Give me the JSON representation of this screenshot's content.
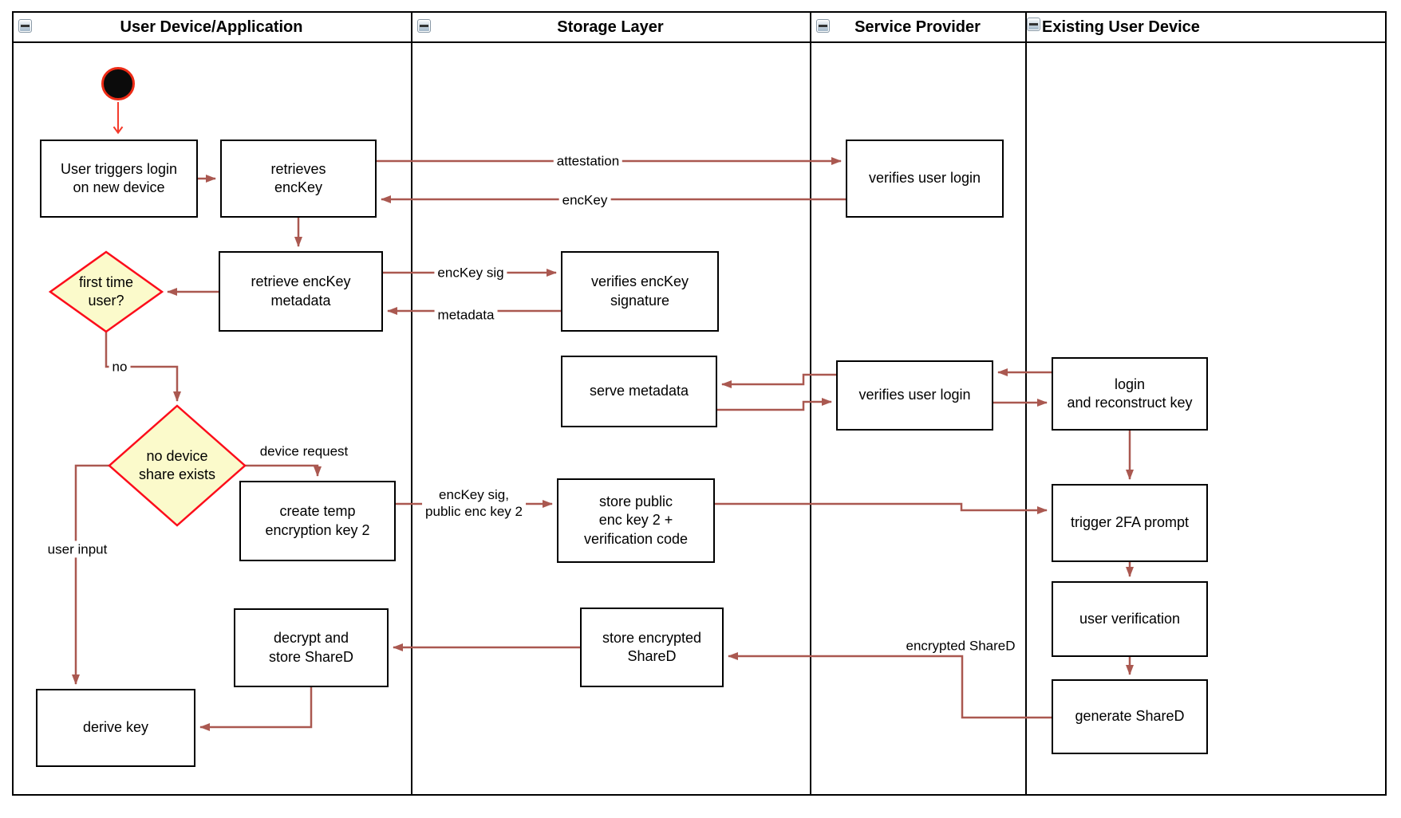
{
  "diagram": {
    "lanes": [
      {
        "id": "lane-user-device",
        "title": "User Device/Application"
      },
      {
        "id": "lane-storage",
        "title": "Storage Layer"
      },
      {
        "id": "lane-service-provider",
        "title": "Service Provider"
      },
      {
        "id": "lane-existing-device",
        "title": "Existing User Device"
      }
    ],
    "nodes": {
      "user_triggers": {
        "label": "User triggers login\non new device"
      },
      "retrieves_enckey": {
        "label": "retrieves\nencKey"
      },
      "verify_login_1": {
        "label": "verifies user login"
      },
      "retrieve_metadata": {
        "label": "retrieve encKey\nmetadata"
      },
      "first_time_user": {
        "label": "first time\nuser?"
      },
      "verifies_signature": {
        "label": "verifies encKey\nsignature"
      },
      "serve_metadata": {
        "label": "serve metadata"
      },
      "verify_login_2": {
        "label": "verifies user login"
      },
      "login_reconstruct": {
        "label": "login\nand reconstruct key"
      },
      "no_device_share": {
        "label": "no device\nshare exists"
      },
      "create_temp_key": {
        "label": "create temp\nencryption key 2"
      },
      "store_public": {
        "label": "store public\nenc key 2 +\nverification code"
      },
      "trigger_2fa": {
        "label": "trigger 2FA prompt"
      },
      "user_verification": {
        "label": "user verification"
      },
      "generate_shared": {
        "label": "generate ShareD"
      },
      "store_encrypted": {
        "label": "store encrypted\nShareD"
      },
      "decrypt_store": {
        "label": "decrypt and\nstore ShareD"
      },
      "derive_key": {
        "label": "derive key"
      }
    },
    "edge_labels": {
      "attestation": "attestation",
      "enckey": "encKey",
      "enckey_sig": "encKey sig",
      "metadata": "metadata",
      "no": "no",
      "device_request": "device request",
      "user_input": "user input",
      "enckey_sig_public": "encKey sig,\npublic enc key 2",
      "encrypted_shared": "encrypted ShareD"
    },
    "colors": {
      "connector": "#AA5850",
      "start_connector": "#F43B2C",
      "decision_fill": "#FBFACB",
      "decision_border": "#FC0D1B",
      "node_border": "#000000",
      "lane_border": "#000000"
    }
  }
}
